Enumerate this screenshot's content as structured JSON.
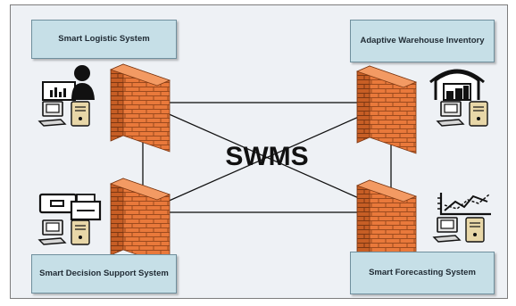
{
  "center_label": "SWMS",
  "systems": {
    "top_left": "Smart Logistic System",
    "top_right": "Adaptive Warehouse Inventory",
    "bottom_left": "Smart Decision Support System",
    "bottom_right": "Smart Forecasting System"
  },
  "colors": {
    "box_fill": "#c6dfe7",
    "firewall": "#e9793b",
    "frame_bg": "#eef1f5",
    "lines": "#111111"
  },
  "icons": {
    "top_left": "analyst-at-chart-icon",
    "top_right": "warehouse-icon",
    "bottom_left": "data-printer-icon",
    "bottom_right": "forecast-chart-icon",
    "computers": "computer-workstation-icon",
    "walls": "firewall-icon"
  }
}
